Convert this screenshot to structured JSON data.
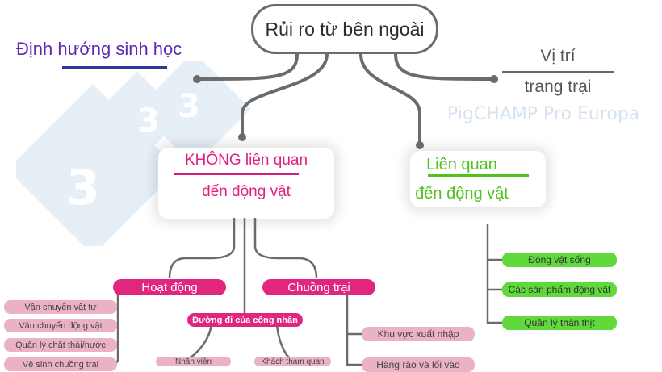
{
  "colors": {
    "pink": "#e0267f",
    "light_pink": "#eab2c4",
    "green": "#5fd93c",
    "purple": "#5b2bb3",
    "line": "#6b6b6b"
  },
  "root": {
    "label": "Rủi ro từ bên ngoài"
  },
  "left_title": "Định hướng sinh học",
  "location": {
    "line1": "Vị trí",
    "line2": "trang trại"
  },
  "watermark": "PigCHAMP Pro Europa",
  "watermark_logo": "333",
  "not_animal": {
    "line1": "KHÔNG liên quan",
    "line2": "đến động vật"
  },
  "animal": {
    "line1": "Liên quan",
    "line2": "đến động vật"
  },
  "hoat_dong": {
    "label": "Hoạt động",
    "items": [
      "Vận chuyển vật tư",
      "Vận chuyển động vật",
      "Quản lý chất thải/nước",
      "Vệ sinh chuồng trại"
    ]
  },
  "duong_di": {
    "label": "Đường đi của công nhân",
    "items": [
      "Nhân viên",
      "Khách tham quan"
    ]
  },
  "chuong_trai": {
    "label": "Chuồng trại",
    "items": [
      "Khu vực xuất nhập",
      "Hàng rào và lối vào"
    ]
  },
  "animal_items": [
    "Động vật sống",
    "Các sản phẩm động vật",
    "Quản lý thân thịt"
  ]
}
